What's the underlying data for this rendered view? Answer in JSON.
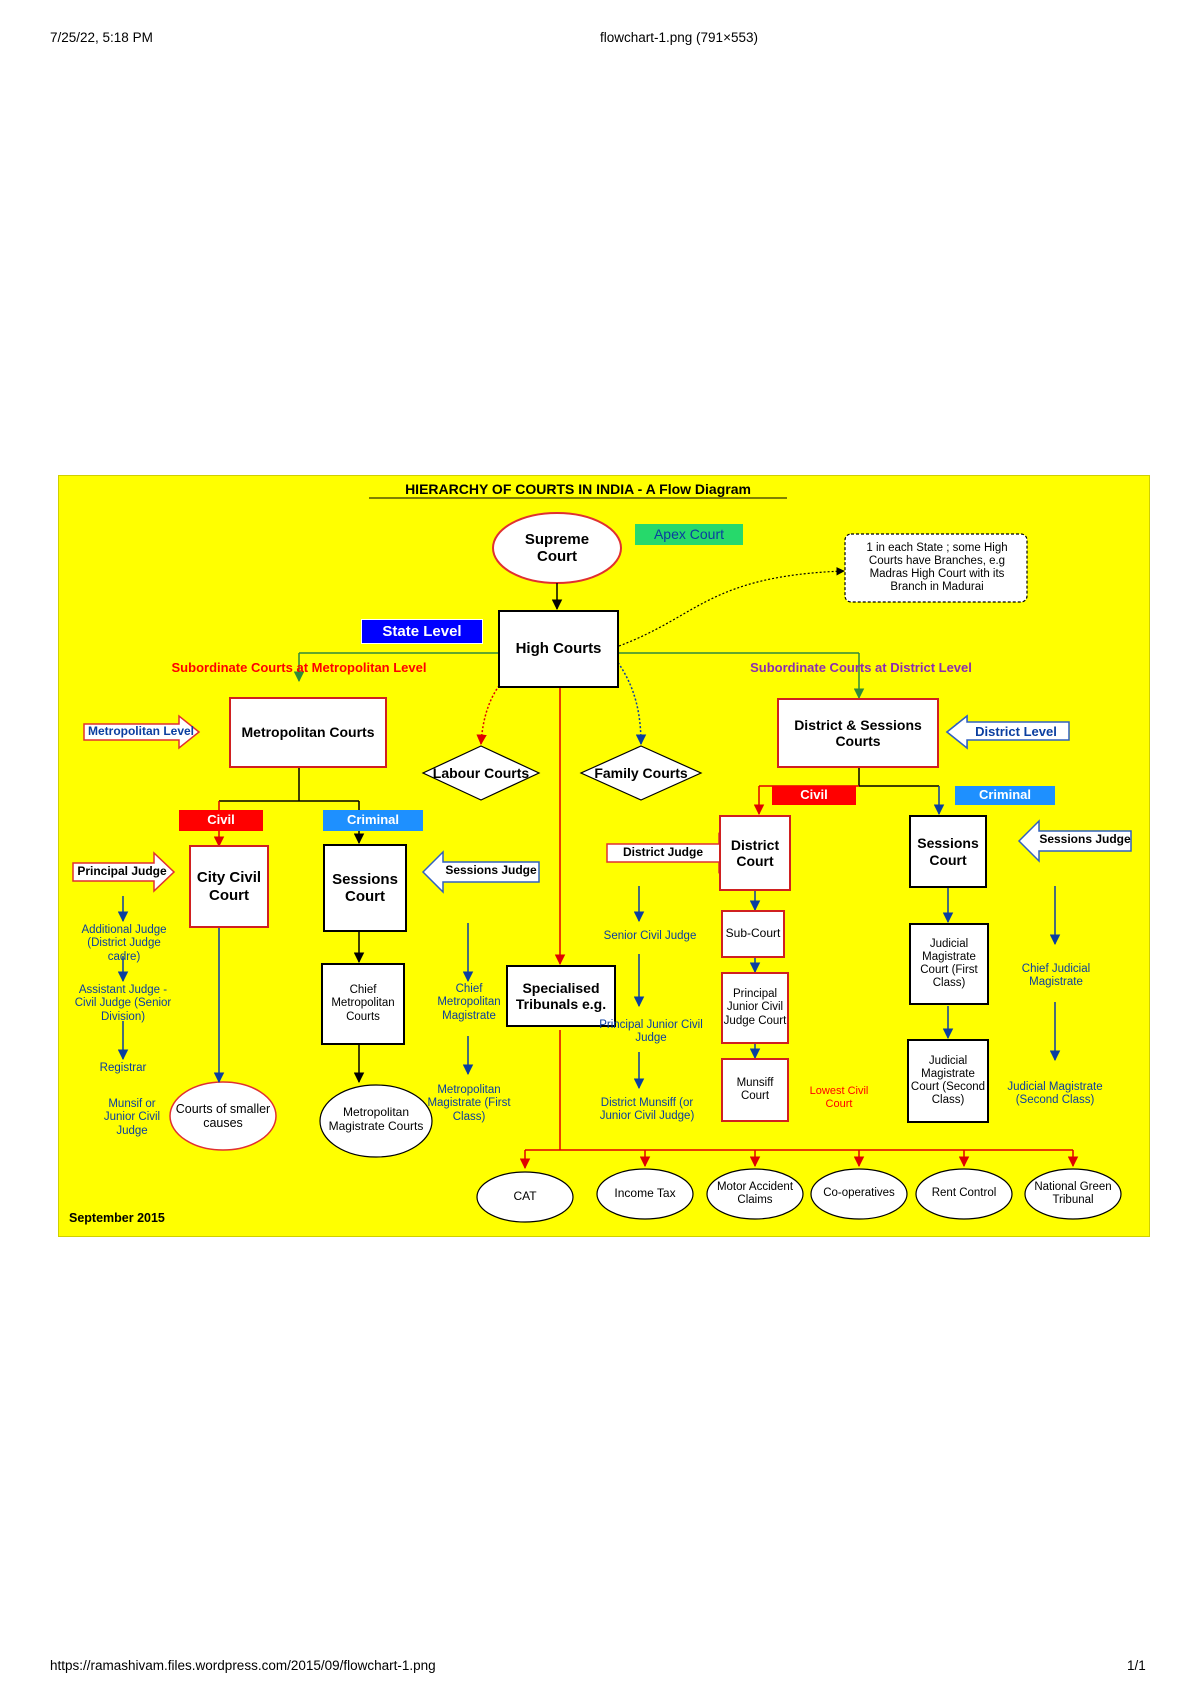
{
  "header": {
    "timestamp": "7/25/22, 5:18 PM",
    "title": "flowchart-1.png (791×553)"
  },
  "footer": {
    "url": "https://ramashivam.files.wordpress.com/2015/09/flowchart-1.png",
    "page": "1/1"
  },
  "diagram": {
    "title": "HIERARCHY OF COURTS IN INDIA - A Flow Diagram",
    "supreme_court": "Supreme Court",
    "apex_court": "Apex Court",
    "note": "1 in each State ; some High Courts have Branches, e.g Madras High Court with its Branch in Madurai",
    "state_level": "State Level",
    "high_courts": "High Courts",
    "sub_metro": "Subordinate Courts at Metropolitan Level",
    "sub_district": "Subordinate Courts at District Level",
    "metropolitan_level": "Metropolitan Level",
    "metropolitan_courts": "Metropolitan Courts",
    "labour_courts": "Labour Courts",
    "family_courts": "Family Courts",
    "district_sessions": "District & Sessions Courts",
    "district_level": "District Level",
    "civil": "Civil",
    "criminal": "Criminal",
    "principal_judge": "Principal Judge",
    "city_civil_court": "City Civil Court",
    "sessions_court": "Sessions Court",
    "sessions_judge": "Sessions Judge",
    "district_judge": "District Judge",
    "district_court": "District Court",
    "additional_judge": "Additional Judge (District Judge cadre)",
    "assistant_judge": "Assistant Judge - Civil Judge (Senior Division)",
    "registrar": "Registrar",
    "munsif_junior": "Munsif or Junior Civil Judge",
    "courts_smaller": "Courts of smaller causes",
    "chief_metro_courts": "Chief Metropolitan Courts",
    "chief_metro_magistrate": "Chief Metropolitan Magistrate",
    "metro_magistrate_courts": "Metropolitan Magistrate Courts",
    "metro_magistrate_first": "Metropolitan Magistrate (First Class)",
    "specialised_tribunals": "Specialised Tribunals e.g.",
    "senior_civil_judge": "Senior Civil Judge",
    "principal_junior_judge": "Principal Junior Civil Judge",
    "district_munsiff": "District Munsiff (or Junior Civil Judge)",
    "sub_court": "Sub-Court",
    "principal_junior_court": "Principal Junior Civil Judge Court",
    "munsiff_court": "Munsiff Court",
    "lowest_civil": "Lowest Civil Court",
    "judicial_first": "Judicial Magistrate Court (First Class)",
    "judicial_second_box": "Judicial Magistrate Court (Second Class)",
    "chief_judicial": "Chief Judicial Magistrate",
    "judicial_second": "Judicial Magistrate (Second Class)",
    "tribunals": [
      "CAT",
      "Income Tax",
      "Motor Accident Claims",
      "Co-operatives",
      "Rent Control",
      "National Green Tribunal"
    ],
    "date": "September 2015"
  },
  "colors": {
    "background": "#ffff00",
    "red": "#ff0000",
    "blue": "#0a3ea0",
    "green": "#2f8a3a",
    "apex_bg": "#26d96b",
    "criminal_bg": "#1e90ff"
  }
}
